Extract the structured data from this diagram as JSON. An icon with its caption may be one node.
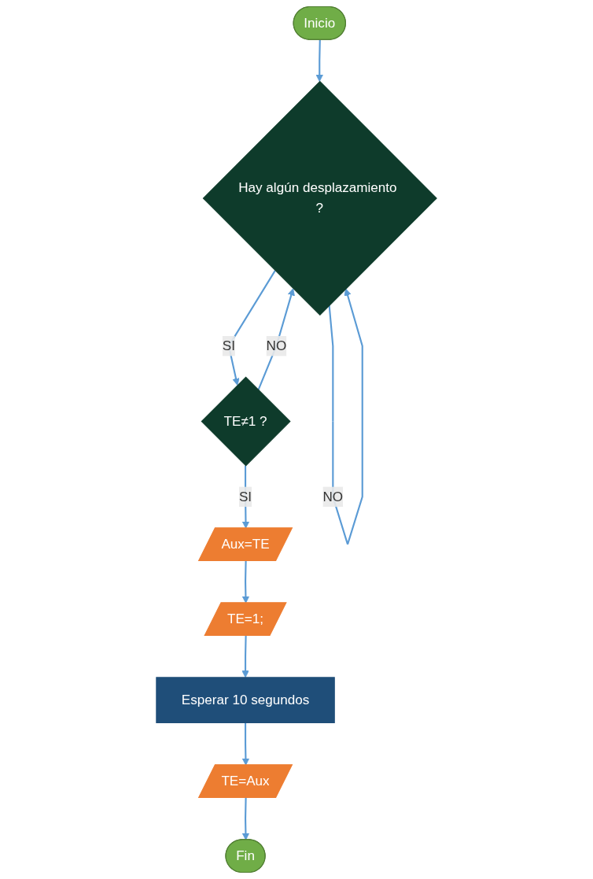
{
  "diagram": {
    "nodes": [
      {
        "text": [
          "Inicio"
        ]
      },
      {
        "text": [
          "Hay algún desplazamiento ?"
        ]
      },
      {
        "text": [
          "TE≠1 ?"
        ]
      },
      {
        "text": [
          "Aux=TE"
        ]
      },
      {
        "text": [
          "TE=1;"
        ]
      },
      {
        "text": [
          "Esperar 10 segundos"
        ]
      },
      {
        "text": [
          "TE=Aux"
        ]
      },
      {
        "text": [
          "Fin"
        ]
      }
    ],
    "edges": [
      {
        "from": 0,
        "to": 1,
        "arrow": "to"
      },
      {
        "from": 1,
        "to": 1,
        "arrow": "to",
        "label": "NO"
      },
      {
        "from": 1,
        "to": 2,
        "arrow": "to",
        "label": "SI"
      },
      {
        "from": 2,
        "to": 1,
        "arrow": "to",
        "label": "NO"
      },
      {
        "from": 2,
        "to": 3,
        "arrow": "to",
        "label": "SI"
      },
      {
        "from": 3,
        "to": 4,
        "arrow": "to"
      },
      {
        "from": 4,
        "to": 5,
        "arrow": "to"
      },
      {
        "from": 5,
        "to": 6,
        "arrow": "to"
      },
      {
        "from": 6,
        "to": 7,
        "arrow": "to"
      }
    ]
  }
}
